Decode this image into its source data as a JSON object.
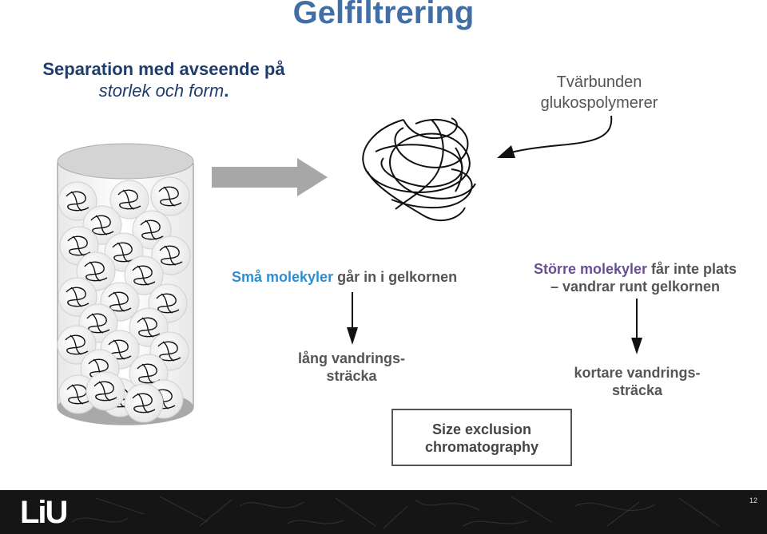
{
  "slide": {
    "title": "Gelfiltrering",
    "subtitle_line1": "Separation med avseende på",
    "subtitle_line2_emph": "storlek och form",
    "subtitle_line2_end": ".",
    "crosslinked_label_line1": "Tvärbunden",
    "crosslinked_label_line2": "glukospolymerer",
    "small_molecules_highlight": "Små molekyler",
    "small_molecules_rest": " går in i gelkornen",
    "large_molecules_highlight": "Större molekyler",
    "large_molecules_rest": " får inte plats",
    "large_molecules_line2": "– vandrar runt gelkornen",
    "long_distance_line1": "lång vandrings-",
    "long_distance_line2": "sträcka",
    "short_distance_line1": "kortare vandrings-",
    "short_distance_line2": "sträcka",
    "box_line1": "Size exclusion",
    "box_line2": "chromatography"
  },
  "footer": {
    "logo_text": "LiU",
    "page_number": "12"
  },
  "colors": {
    "title": "#3f6fa6",
    "subtitle": "#1f3d6a",
    "small_highlight": "#2e8fd0",
    "large_highlight": "#6a4e97",
    "footer_bg": "#151515"
  }
}
